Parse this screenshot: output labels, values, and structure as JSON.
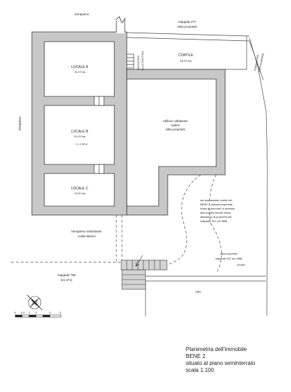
{
  "labels": {
    "terrapieno_top": "terrapieno",
    "terrapieno_left": "terrapieno",
    "mappale_277": "mappale 277",
    "altra_proprieta_top": "altra proprietà",
    "accesso_cantina_1": "ACCESSO",
    "accesso_cantina_2": "ALLA CANTINA",
    "cortile": "CORTILE",
    "cortile_area": "18,29 mq",
    "mappale_400": "mappale 400",
    "mappale_400_sub": "(altra proprietà)",
    "locale_a": "LOCALE A",
    "locale_a_area": "19,19 mq",
    "locale_b": "LOCALE B",
    "locale_b_area": "20,03 mq",
    "locale_b_height": "h = 2,30 m",
    "locale_c": "LOCALE C",
    "locale_c_area": "12,00 mq",
    "rudere_1": "edificio collabente",
    "rudere_2": "rudere",
    "rudere_3": "altra proprietà",
    "access_note_1": "dal soprastante cortile del",
    "access_note_2": "BENE 1 (stessa proprietà)",
    "access_note_3": "scala al percorso di accesso",
    "access_note_4": "alla cantina servitù attiva",
    "access_note_5": "attraverso la proprietà del",
    "access_note_6": "mappale 912 (ex 488)",
    "terrapieno_sottostante_1": "terrapieno sottostante",
    "terrapieno_sottostante_2": "cortile Bene1",
    "altra_proprieta_912": "altra proprietà",
    "mappale_912": "mappale 912 (ex 488)",
    "incolto": "incolto",
    "mappale_796": "mappale 796",
    "mappale_796_sub": "(ex 271)",
    "orto": "orto"
  },
  "scale_bar": {
    "ticks": [
      "0",
      "0.5",
      "1",
      "2",
      "3",
      "5"
    ]
  },
  "title_block": {
    "line1": "Planimetria dell'immobile",
    "line2": "BENE 2",
    "line3": "situato al piano seminterrato",
    "line4": "scala 1:100"
  },
  "colors": {
    "wall_fill": "#c8c8c8",
    "wall_stroke": "#333333",
    "line": "#444444"
  }
}
